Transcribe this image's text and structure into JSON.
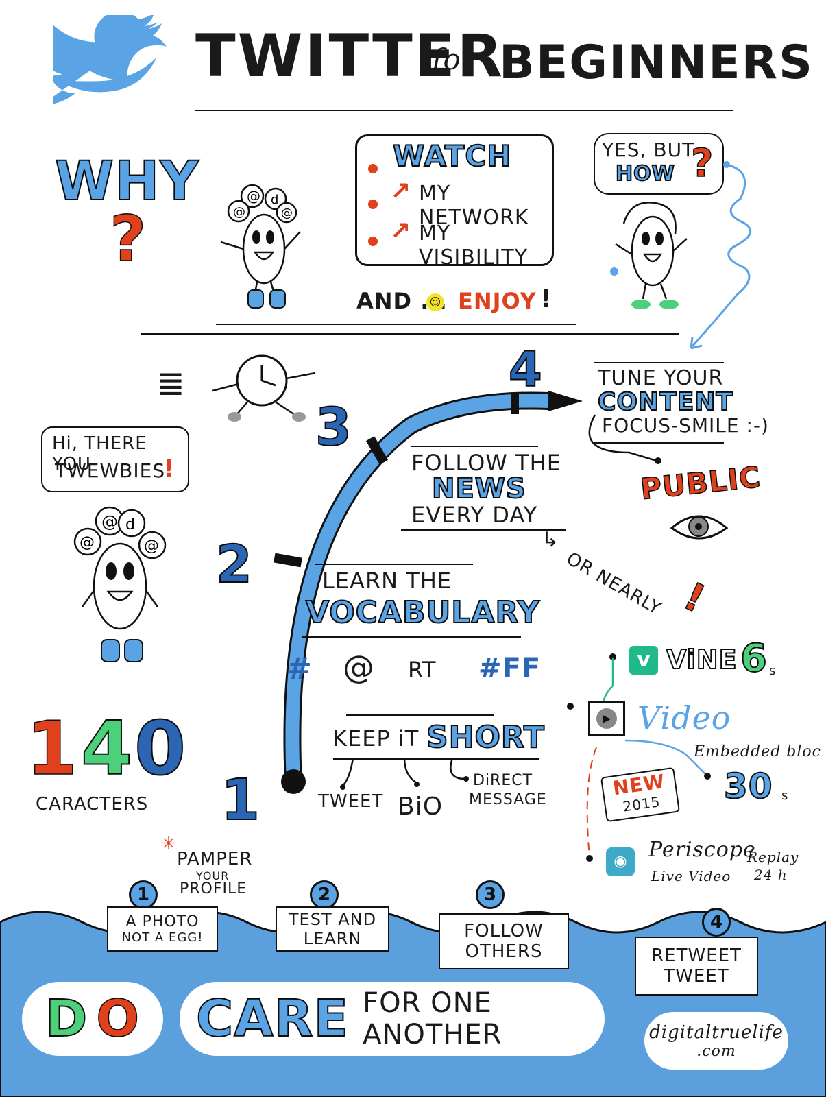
{
  "header": {
    "title_main": "TWITTER",
    "title_for": "for",
    "title_end": "BEGINNERS"
  },
  "why": {
    "why_label": "WHY",
    "question_mark": "?"
  },
  "watch_box": {
    "watch": "WATCH",
    "items": [
      "MY NETWORK",
      "MY VISIBILITY"
    ],
    "and": "AND ...",
    "enjoy": "ENJOY",
    "exclaim": "!"
  },
  "how_bubble": {
    "line1": "YES, BUT",
    "line2": "HOW",
    "mark": "?"
  },
  "greeting_bubble": {
    "line1": "Hi, THERE YOU",
    "line2": "TWEWBIES",
    "mark": "!"
  },
  "steps": {
    "n1": "1",
    "n2": "2",
    "n3": "3",
    "n4": "4",
    "tune": {
      "line1": "TUNE YOUR",
      "line2": "CONTENT",
      "line3": "FOCUS-SMILE :-)"
    },
    "public": "PUBLIC",
    "follow": {
      "line1": "FOLLOW THE",
      "line2": "NEWS",
      "line3": "EVERY DAY",
      "nearly": "OR NEARLY",
      "mark": "!"
    },
    "learn": {
      "line1": "LEARN THE",
      "line2": "VOCABULARY"
    },
    "vocab": [
      "#",
      "@",
      "RT",
      "#FF"
    ],
    "short": {
      "keep": "KEEP iT",
      "short": "SHORT"
    },
    "short_items": [
      "TWEET",
      "BiO",
      "DiRECT",
      "MESSAGE"
    ]
  },
  "counter": {
    "digits": [
      "1",
      "4",
      "0"
    ],
    "label": "CARACTERS"
  },
  "video": {
    "vine": "ViNE",
    "vine_secs": "6",
    "vine_unit": "s",
    "video": "Video",
    "embedded": "Embedded bloc",
    "video_secs": "30",
    "video_unit": "s",
    "new": "NEW",
    "year": "2015",
    "periscope": "Periscope",
    "live": "Live Video",
    "replay": "Replay",
    "replay_time": "24 h"
  },
  "do_steps": [
    {
      "num": "1",
      "line1": "A PHOTO",
      "line2": "NOT A EGG!"
    },
    {
      "num": "2",
      "line1": "TEST AND",
      "line2": "LEARN"
    },
    {
      "num": "3",
      "line1": "FOLLOW",
      "line2": "OTHERS"
    },
    {
      "num": "4",
      "line1": "RETWEET",
      "line2": "TWEET"
    }
  ],
  "pamper": {
    "line1": "PAMPER",
    "line2": "YOUR",
    "line3": "PROFILE"
  },
  "footer": {
    "do_d": "D",
    "do_o": "O",
    "care": "CARE",
    "rest": "FOR ONE ANOTHER",
    "brand_line1": "digitaltruelife",
    "brand_line2": ".com"
  },
  "colors": {
    "blue": "#5aa4e6",
    "red": "#e0401c",
    "green": "#4dd07a",
    "band": "#5b9fdc"
  }
}
